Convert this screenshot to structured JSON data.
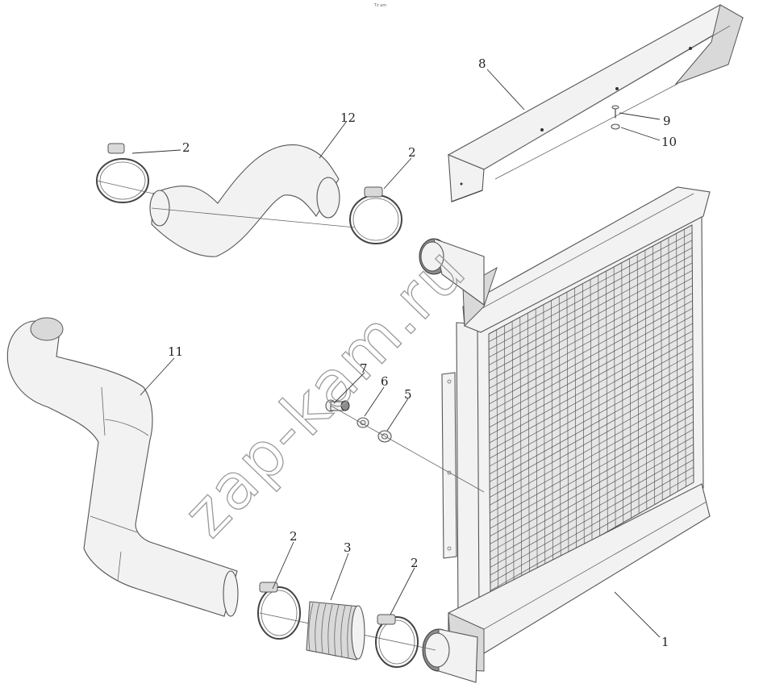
{
  "header_mark": "Tz am",
  "watermark": "zap-kam.ru",
  "callouts": {
    "c1": "1",
    "c2a": "2",
    "c2b": "2",
    "c2c": "2",
    "c2d": "2",
    "c3": "3",
    "c5": "5",
    "c6": "6",
    "c7": "7",
    "c8": "8",
    "c9": "9",
    "c10": "10",
    "c11": "11",
    "c12": "12"
  }
}
